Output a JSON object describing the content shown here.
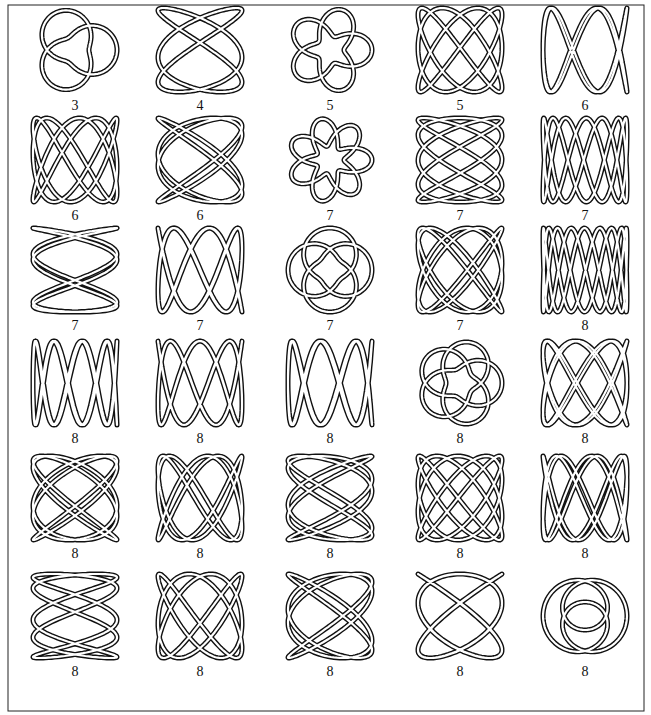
{
  "diagram": {
    "labels": [
      "3",
      "4",
      "5",
      "5",
      "6",
      "6",
      "6",
      "7",
      "7",
      "7",
      "7",
      "7",
      "7",
      "7",
      "8",
      "8",
      "8",
      "8",
      "8",
      "8",
      "8",
      "8",
      "8",
      "8",
      "8",
      "8",
      "8",
      "8",
      "8",
      "8"
    ]
  }
}
